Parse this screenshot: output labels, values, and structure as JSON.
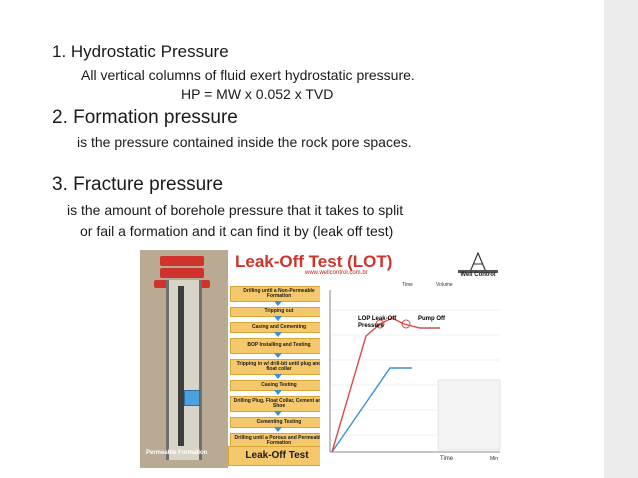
{
  "items": [
    {
      "heading": "1. Hydrostatic Pressure",
      "lines": [
        "All vertical columns of fluid exert hydrostatic pressure.",
        "HP = MW x 0.052 x TVD"
      ]
    },
    {
      "heading": "2.  Formation pressure",
      "lines": [
        "is the pressure contained inside the rock pore spaces."
      ]
    },
    {
      "heading": "3.  Fracture pressure",
      "lines": [
        "is the amount of borehole pressure that it takes to split",
        "or fail a formation and it can find it by (leak off test)"
      ]
    }
  ],
  "lot_image": {
    "title": "Leak-Off Test (LOT)",
    "url": "www.wellcontrol.com.br",
    "brand": "Well Control",
    "steps": [
      "Drilling until a Non-Permeable Formation",
      "Tripping out",
      "Casing and Cementing",
      "BOP Installing and Testing",
      "Tripping in w/ drill-bit until plug and float collar",
      "Casing Testing",
      "Drilling Plug, Float Collar, Cement and Shoe",
      "Cementing Testing",
      "Drilling until a Porous and Permeable Formation"
    ],
    "final_step": "Leak-Off Test",
    "rig_labels": {
      "permeable": "Permeable Formation"
    },
    "chart": {
      "legend_time": "Time",
      "legend_volume": "Volume",
      "lop_label": "LOP Leak-Off Pressure",
      "pump_off_label": "Pump Off",
      "x_label": "Time",
      "x_unit": "Min",
      "colors": {
        "pressure": "#d94a4a",
        "volume": "#3d8fd6"
      }
    }
  }
}
